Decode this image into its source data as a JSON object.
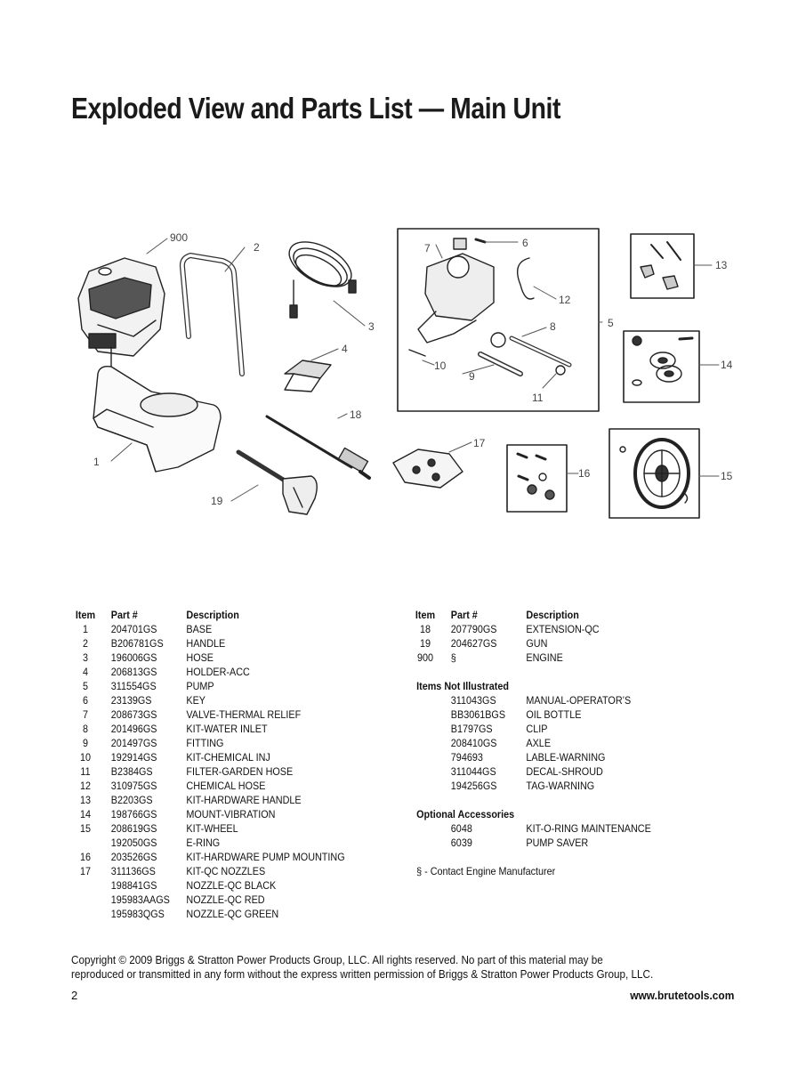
{
  "title": "Exploded View and Parts List — Main Unit",
  "callouts": [
    "900",
    "2",
    "3",
    "4",
    "1",
    "18",
    "19",
    "17",
    "7",
    "6",
    "12",
    "5",
    "8",
    "10",
    "9",
    "11",
    "13",
    "14",
    "16",
    "15"
  ],
  "table_headers": {
    "item": "Item",
    "part": "Part #",
    "desc": "Description"
  },
  "left_rows": [
    {
      "item": "1",
      "part": "204701GS",
      "desc": "BASE"
    },
    {
      "item": "2",
      "part": "B206781GS",
      "desc": "HANDLE"
    },
    {
      "item": "3",
      "part": "196006GS",
      "desc": "HOSE"
    },
    {
      "item": "4",
      "part": "206813GS",
      "desc": "HOLDER-ACC"
    },
    {
      "item": "5",
      "part": "311554GS",
      "desc": "PUMP"
    },
    {
      "item": "6",
      "part": "23139GS",
      "desc": "KEY"
    },
    {
      "item": "7",
      "part": "208673GS",
      "desc": "VALVE-THERMAL RELIEF"
    },
    {
      "item": "8",
      "part": "201496GS",
      "desc": "KIT-WATER INLET"
    },
    {
      "item": "9",
      "part": "201497GS",
      "desc": "FITTING"
    },
    {
      "item": "10",
      "part": "192914GS",
      "desc": "KIT-CHEMICAL INJ"
    },
    {
      "item": "11",
      "part": "B2384GS",
      "desc": "FILTER-GARDEN HOSE"
    },
    {
      "item": "12",
      "part": "310975GS",
      "desc": "CHEMICAL HOSE"
    },
    {
      "item": "13",
      "part": "B2203GS",
      "desc": "KIT-HARDWARE HANDLE"
    },
    {
      "item": "14",
      "part": "198766GS",
      "desc": "MOUNT-VIBRATION"
    },
    {
      "item": "15",
      "part": "208619GS",
      "desc": "KIT-WHEEL"
    },
    {
      "item": "",
      "part": "192050GS",
      "desc": "E-RING"
    },
    {
      "item": "16",
      "part": "203526GS",
      "desc": "KIT-HARDWARE PUMP MOUNTING"
    },
    {
      "item": "17",
      "part": "311136GS",
      "desc": "KIT-QC NOZZLES"
    },
    {
      "item": "",
      "part": "198841GS",
      "desc": "NOZZLE-QC BLACK"
    },
    {
      "item": "",
      "part": "195983AAGS",
      "desc": "NOZZLE-QC RED"
    },
    {
      "item": "",
      "part": "195983QGS",
      "desc": "NOZZLE-QC GREEN"
    }
  ],
  "right_rows": [
    {
      "item": "18",
      "part": "207790GS",
      "desc": "EXTENSION-QC"
    },
    {
      "item": "19",
      "part": "204627GS",
      "desc": "GUN"
    },
    {
      "item": "900",
      "part": "§",
      "desc": "ENGINE"
    }
  ],
  "not_illustrated": {
    "heading": "Items Not Illustrated",
    "rows": [
      {
        "part": "311043GS",
        "desc": "MANUAL-OPERATOR’S"
      },
      {
        "part": "BB3061BGS",
        "desc": "OIL BOTTLE"
      },
      {
        "part": "B1797GS",
        "desc": "CLIP"
      },
      {
        "part": "208410GS",
        "desc": "AXLE"
      },
      {
        "part": "794693",
        "desc": "LABLE-WARNING"
      },
      {
        "part": "311044GS",
        "desc": "DECAL-SHROUD"
      },
      {
        "part": "194256GS",
        "desc": "TAG-WARNING"
      }
    ]
  },
  "optional": {
    "heading": "Optional Accessories",
    "rows": [
      {
        "part": "6048",
        "desc": "KIT-O-RING MAINTENANCE"
      },
      {
        "part": "6039",
        "desc": "PUMP SAVER"
      }
    ]
  },
  "footnote": "§ - Contact Engine Manufacturer",
  "copyright_line1": "Copyright © 2009 Briggs & Stratton Power Products Group, LLC.  All rights reserved.  No part of this material may be",
  "copyright_line2": "reproduced or transmitted in any form without the express written permission of Briggs & Stratton Power Products Group, LLC.",
  "page_number": "2",
  "website": "www.brutetools.com"
}
